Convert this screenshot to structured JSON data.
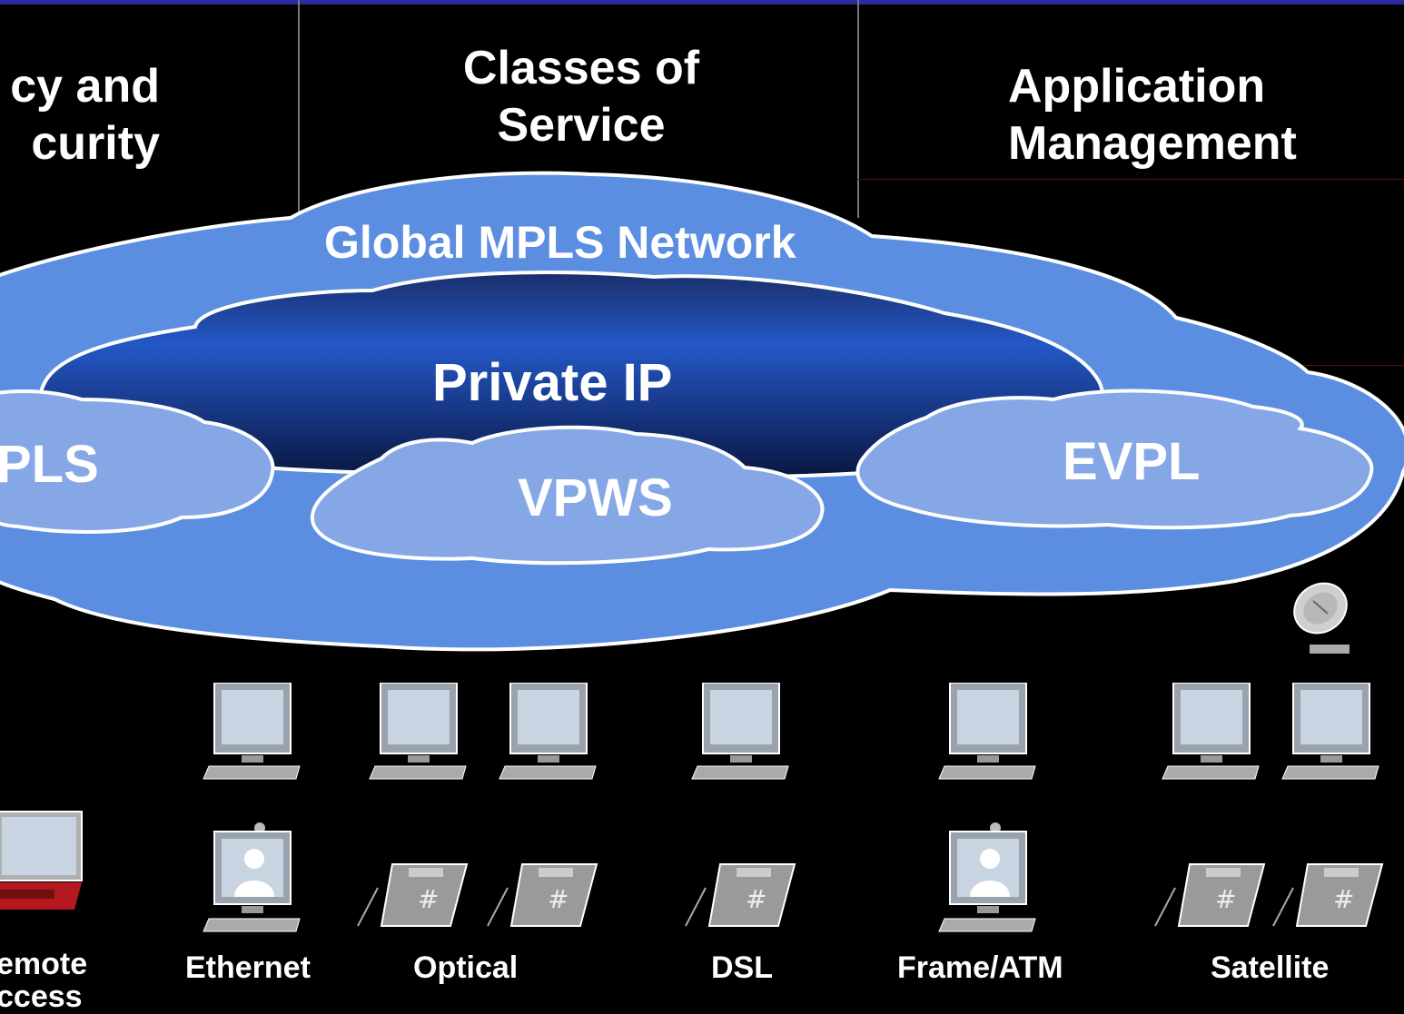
{
  "headers": {
    "policy_security": "cy and\ncurity",
    "classes_of_service": "Classes of\nService",
    "application_management": "Application\nManagement"
  },
  "clouds": {
    "global_mpls": "Global MPLS Network",
    "private_ip": "Private IP",
    "vpls": "PLS",
    "vpws": "VPWS",
    "evpl": "EVPL"
  },
  "access_types": {
    "remote_access": "emote\nccess",
    "ethernet": "Ethernet",
    "optical": "Optical",
    "dsl": "DSL",
    "frame_atm": "Frame/ATM",
    "satellite": "Satellite"
  },
  "colors": {
    "background": "#000000",
    "top_bar": "#2a2aa0",
    "outer_cloud": "#5b8ee0",
    "inner_cloud_dark": "#1e4fb8",
    "small_cloud": "#86a7e6",
    "cloud_outline": "#ffffff"
  },
  "icons": [
    "desktop-computer-icon",
    "video-phone-icon",
    "ip-phone-icon",
    "laptop-icon",
    "satellite-dish-icon"
  ]
}
